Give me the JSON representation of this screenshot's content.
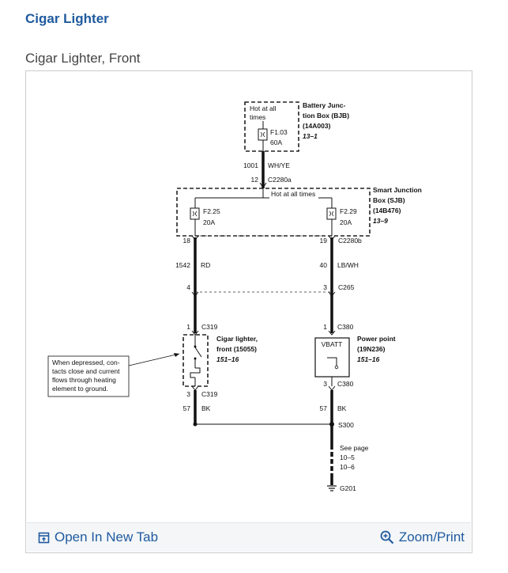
{
  "page": {
    "title": "Cigar Lighter",
    "figure_title": "Cigar Lighter, Front"
  },
  "footer": {
    "open_tab_label": "Open In New Tab",
    "zoom_label": "Zoom/Print"
  },
  "icons": {
    "open_tab": "open-in-new-tab-icon",
    "zoom": "zoom-in-icon"
  },
  "colors": {
    "accent": "#1f5a9e"
  },
  "diagram": {
    "bjb": {
      "hot": "Hot at all times",
      "hot_l1": "Hot at all",
      "hot_l2": "times",
      "fuse_id": "F1.03",
      "fuse_amp": "60A",
      "name_l1": "Battery Junc-",
      "name_l2": "tion Box (BJB)",
      "part": "(14A003)",
      "ref": "13–1"
    },
    "wire_1001": {
      "num": "1001",
      "color": "WH/YE"
    },
    "c2280a": {
      "pin": "12",
      "conn": "C2280a"
    },
    "sjb": {
      "hot": "Hot at all times",
      "fuse_left_id": "F2.25",
      "fuse_left_amp": "20A",
      "fuse_right_id": "F2.29",
      "fuse_right_amp": "20A",
      "name_l1": "Smart Junction",
      "name_l2": "Box (SJB)",
      "part": "(14B476)",
      "ref": "13–9"
    },
    "left_pin_18": "18",
    "right_pin_19": "19",
    "c2280b": "C2280b",
    "wire_1542": {
      "num": "1542",
      "color": "RD"
    },
    "wire_40": {
      "num": "40",
      "color": "LB/WH"
    },
    "pin_4": "4",
    "pin_3_c265": "3",
    "c265": "C265",
    "c319_top": {
      "pin": "1",
      "conn": "C319"
    },
    "c380_top": {
      "pin": "1",
      "conn": "C380"
    },
    "lighter": {
      "name_l1": "Cigar lighter,",
      "name_l2": "front (15055)",
      "ref": "151–16"
    },
    "power_point": {
      "vbatt": "VBATT",
      "name_l1": "Power point",
      "name_l2": "(19N236)",
      "ref": "151–16"
    },
    "note": {
      "l1": "When depressed, con-",
      "l2": "tacts close and current",
      "l3": "flows through heating",
      "l4": "element to ground."
    },
    "c319_bottom": {
      "pin": "3",
      "conn": "C319"
    },
    "c380_bottom": {
      "pin": "3",
      "conn": "C380"
    },
    "wire_57_left": {
      "num": "57",
      "color": "BK"
    },
    "wire_57_right": {
      "num": "57",
      "color": "BK"
    },
    "splice": "S300",
    "see_page": {
      "l1": "See page",
      "l2": "10–5",
      "l3": "10–6"
    },
    "ground": "G201"
  }
}
